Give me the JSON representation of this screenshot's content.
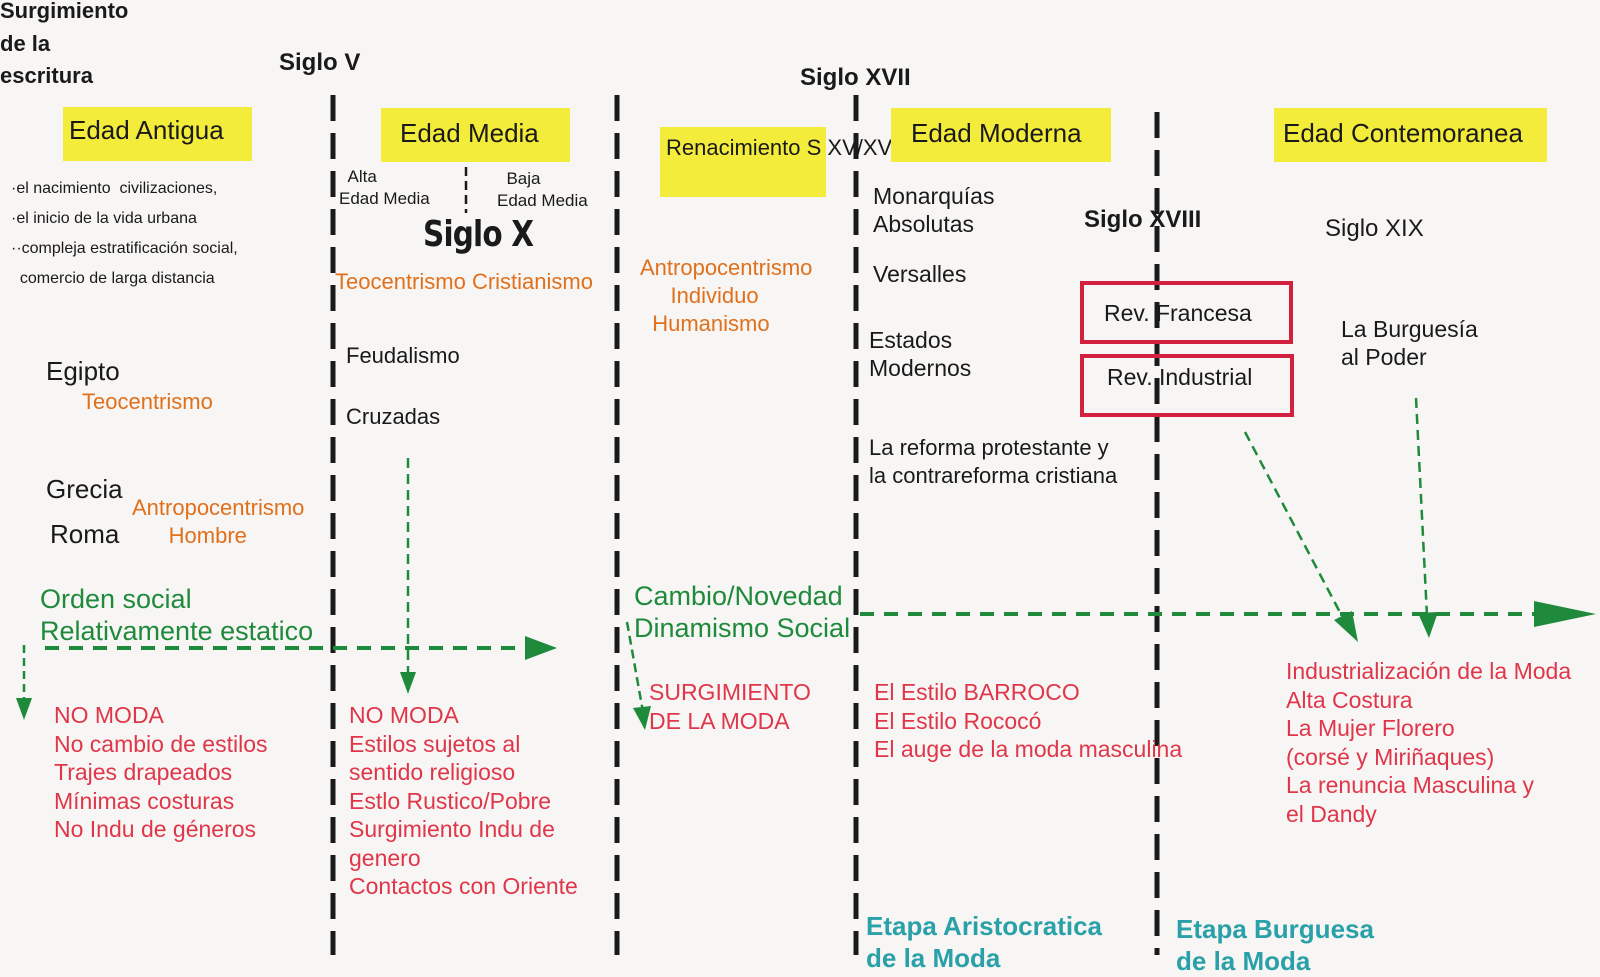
{
  "headings": {
    "surgimiento": "Surgimiento\nde la\nescritura",
    "siglo_v": "Siglo V",
    "siglo_xvii": "Siglo XVII",
    "siglo_x": "Siglo X",
    "siglo_xviii": "Siglo XVIII",
    "siglo_xix": "Siglo XIX"
  },
  "eras": {
    "antigua": "Edad  Antigua",
    "media": "Edad Media",
    "renacimiento": "Renacimiento\n S XV/XVI",
    "moderna": "Edad Moderna",
    "contemporanea": "Edad Contemoranea"
  },
  "antigua": {
    "bullets": "·el nacimiento  civilizaciones,\n·el inicio de la vida urbana\n··compleja estratificación social,\n  comercio de larga distancia",
    "egipto": "Egipto",
    "teocentrismo": "Teocentrismo",
    "grecia": "Grecia",
    "roma": "Roma",
    "antropocentrismo": "Antropocentrismo\n      Hombre",
    "orden_social": "Orden social\nRelativamente estatico",
    "no_moda": "NO MODA\nNo cambio de estilos\nTrajes drapeados\nMínimas costuras\nNo Indu de géneros"
  },
  "media": {
    "alta": "  Alta\nEdad Media",
    "baja": "  Baja\nEdad Media",
    "teocentrismo": "Teocentrismo Cristianismo",
    "feudalismo": "Feudalismo",
    "cruzadas": "Cruzadas",
    "no_moda": "NO MODA\nEstilos sujetos al\nsentido religioso\nEstlo Rustico/Pobre\nSurgimiento Indu de\ngenero\nContactos con Oriente"
  },
  "renacimiento": {
    "ideas": "Antropocentrismo\n     Individuo\n  Humanismo",
    "cambio": "Cambio/Novedad\nDinamismo Social",
    "surgimiento": "SURGIMIENTO\nDE LA MODA"
  },
  "moderna": {
    "monarquias": "Monarquías\nAbsolutas",
    "versalles": "Versalles",
    "estados": "Estados\nModernos",
    "reforma": "La reforma protestante y\nla contrareforma cristiana",
    "estilos": "El Estilo BARROCO\nEl Estilo Rococó\nEl auge de la moda masculina",
    "etapa": "Etapa Aristocratica\nde la Moda"
  },
  "contemporanea": {
    "rev_francesa": "Rev. Francesa",
    "rev_industrial": "Rev. Industrial",
    "burguesia": "La Burguesía\nal Poder",
    "moda": "Industrialización de la Moda\nAlta Costura\nLa Mujer Florero\n(corsé y Miriñaques)\nLa renuncia Masculina y\nel Dandy",
    "etapa": "Etapa Burguesa\nde la Moda"
  },
  "colors": {
    "highlight": "#f4ec3a",
    "orange": "#e0701c",
    "green": "#1f8a3c",
    "red": "#e0364a",
    "teal": "#2aa0a8",
    "box": "#d4203f"
  }
}
